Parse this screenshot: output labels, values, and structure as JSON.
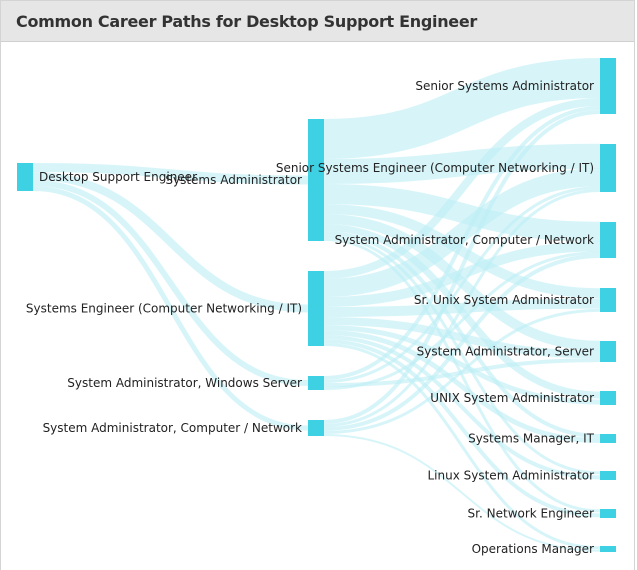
{
  "header": {
    "title": "Common Career Paths for Desktop Support Engineer"
  },
  "chart_data": {
    "type": "sankey",
    "title": "Common Career Paths for Desktop Support Engineer",
    "node_color": "#3dd1e3",
    "link_color": "#bdeef5",
    "nodes": [
      {
        "id": "dse",
        "label": "Desktop Support Engineer",
        "column": 0
      },
      {
        "id": "sa",
        "label": "Systems Administrator",
        "column": 1
      },
      {
        "id": "se",
        "label": "Systems Engineer (Computer Networking / IT)",
        "column": 1
      },
      {
        "id": "saws",
        "label": "System Administrator, Windows Server",
        "column": 1
      },
      {
        "id": "sacn1",
        "label": "System Administrator, Computer / Network",
        "column": 1
      },
      {
        "id": "ssa",
        "label": "Senior Systems Administrator",
        "column": 2
      },
      {
        "id": "sse",
        "label": "Senior Systems Engineer (Computer Networking / IT)",
        "column": 2
      },
      {
        "id": "sacn2",
        "label": "System Administrator, Computer / Network",
        "column": 2
      },
      {
        "id": "sua",
        "label": "Sr. Unix System Administrator",
        "column": 2
      },
      {
        "id": "sas",
        "label": "System Administrator, Server",
        "column": 2
      },
      {
        "id": "ua",
        "label": "UNIX System Administrator",
        "column": 2
      },
      {
        "id": "sm",
        "label": "Systems Manager, IT",
        "column": 2
      },
      {
        "id": "lsa",
        "label": "Linux System Administrator",
        "column": 2
      },
      {
        "id": "sne",
        "label": "Sr. Network Engineer",
        "column": 2
      },
      {
        "id": "om",
        "label": "Operations Manager",
        "column": 2
      }
    ],
    "links": [
      {
        "source": "dse",
        "target": "sa",
        "value": 9
      },
      {
        "source": "dse",
        "target": "se",
        "value": 8
      },
      {
        "source": "dse",
        "target": "saws",
        "value": 6
      },
      {
        "source": "dse",
        "target": "sacn1",
        "value": 5
      },
      {
        "source": "sa",
        "target": "ssa",
        "value": 40
      },
      {
        "source": "sa",
        "target": "sse",
        "value": 25
      },
      {
        "source": "sa",
        "target": "sacn2",
        "value": 20
      },
      {
        "source": "sa",
        "target": "sua",
        "value": 10
      },
      {
        "source": "sa",
        "target": "sas",
        "value": 10
      },
      {
        "source": "sa",
        "target": "ua",
        "value": 7
      },
      {
        "source": "sa",
        "target": "sm",
        "value": 4
      },
      {
        "source": "sa",
        "target": "lsa",
        "value": 3
      },
      {
        "source": "sa",
        "target": "sne",
        "value": 3
      },
      {
        "source": "se",
        "target": "ssa",
        "value": 8
      },
      {
        "source": "se",
        "target": "sse",
        "value": 18
      },
      {
        "source": "se",
        "target": "sacn2",
        "value": 10
      },
      {
        "source": "se",
        "target": "sua",
        "value": 10
      },
      {
        "source": "se",
        "target": "sas",
        "value": 8
      },
      {
        "source": "se",
        "target": "ua",
        "value": 5
      },
      {
        "source": "se",
        "target": "sm",
        "value": 5
      },
      {
        "source": "se",
        "target": "lsa",
        "value": 4
      },
      {
        "source": "se",
        "target": "sne",
        "value": 4
      },
      {
        "source": "se",
        "target": "om",
        "value": 3
      },
      {
        "source": "saws",
        "target": "ssa",
        "value": 4
      },
      {
        "source": "saws",
        "target": "sse",
        "value": 3
      },
      {
        "source": "saws",
        "target": "sas",
        "value": 4
      },
      {
        "source": "saws",
        "target": "sacn2",
        "value": 3
      },
      {
        "source": "sacn1",
        "target": "ssa",
        "value": 4
      },
      {
        "source": "sacn1",
        "target": "sse",
        "value": 3
      },
      {
        "source": "sacn1",
        "target": "sacn2",
        "value": 4
      },
      {
        "source": "sacn1",
        "target": "sua",
        "value": 3
      },
      {
        "source": "sacn1",
        "target": "om",
        "value": 2
      }
    ]
  }
}
